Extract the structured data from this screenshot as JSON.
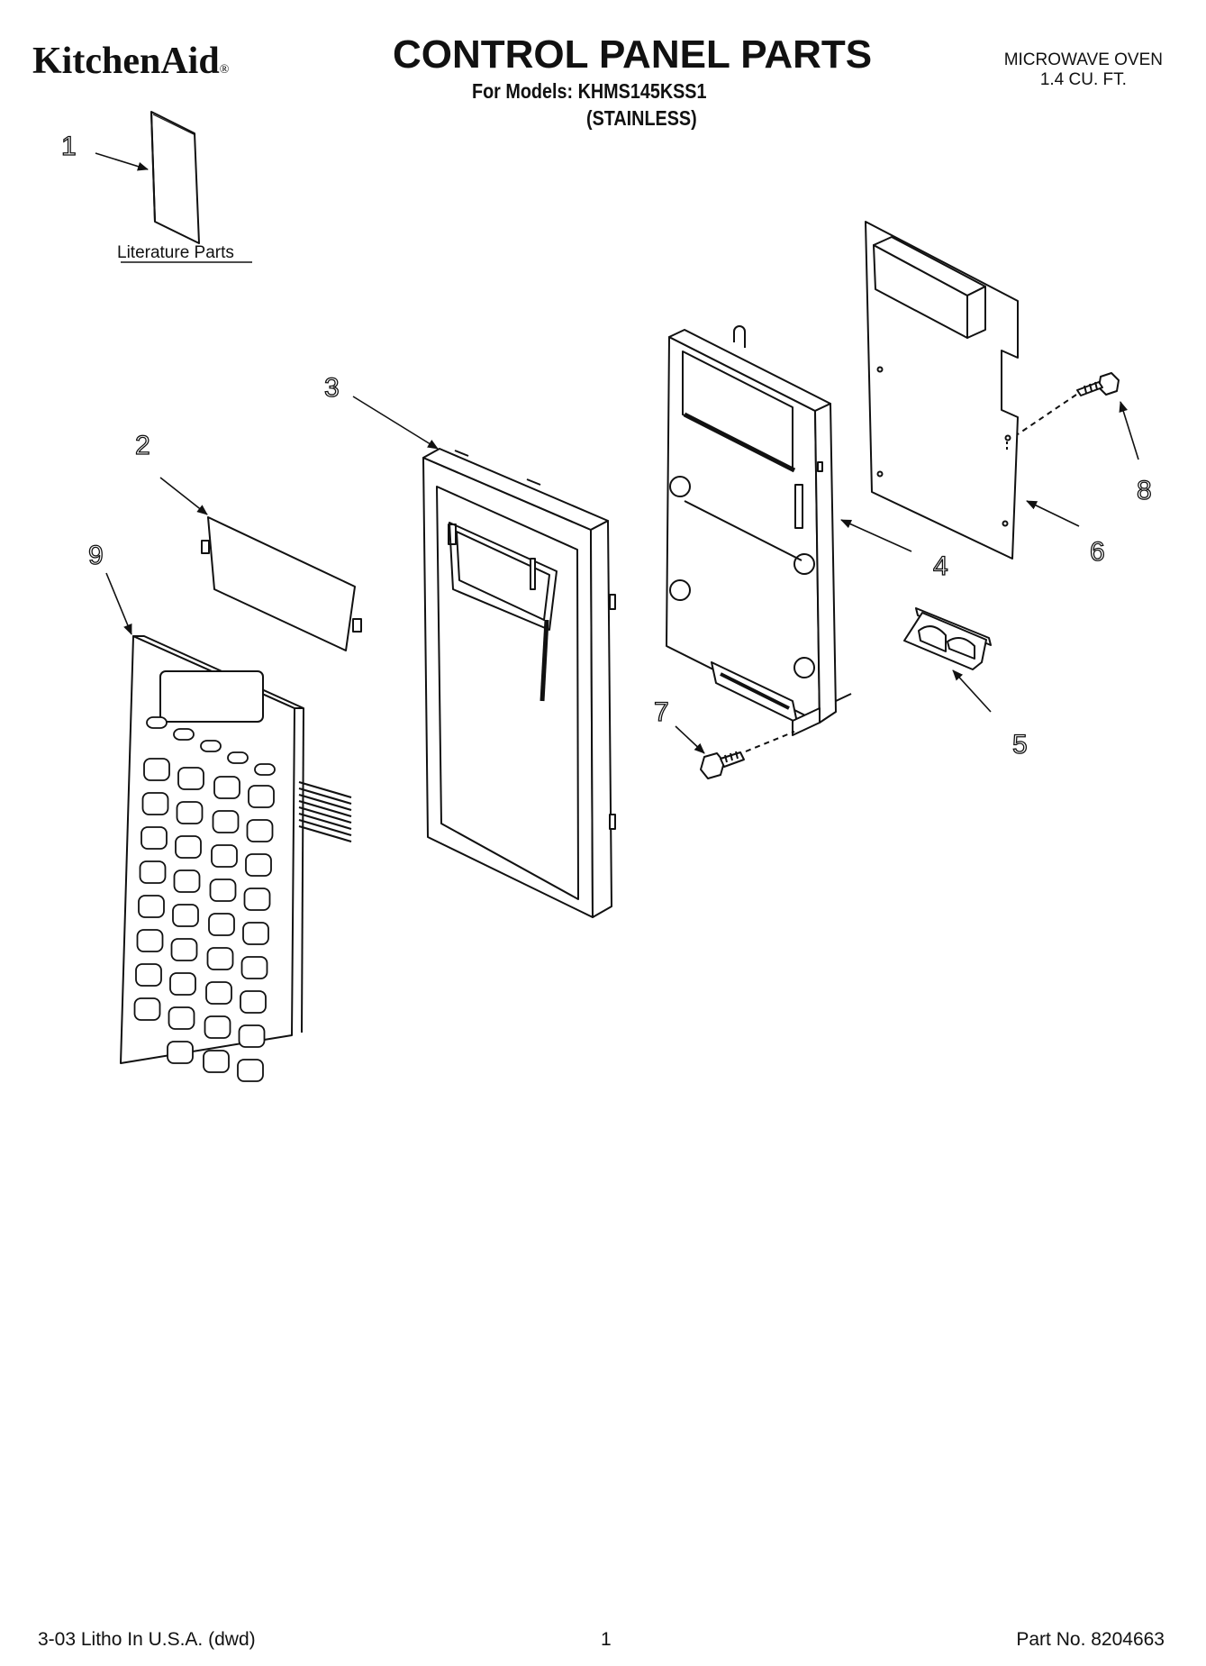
{
  "header": {
    "brand": "KitchenAid",
    "brand_mark": "®",
    "title": "CONTROL PANEL PARTS",
    "models_line": "For Models: KHMS145KSS1",
    "finish_line": "(STAINLESS)",
    "product_line1": "MICROWAVE OVEN",
    "product_line2": "1.4 CU. FT."
  },
  "diagram": {
    "literature_label": "Literature Parts",
    "callouts": [
      "1",
      "2",
      "3",
      "4",
      "5",
      "6",
      "7",
      "8",
      "9"
    ]
  },
  "footer": {
    "print_info": "3-03 Litho In U.S.A. (dwd)",
    "page_number": "1",
    "part_number": "Part No. 8204663"
  }
}
